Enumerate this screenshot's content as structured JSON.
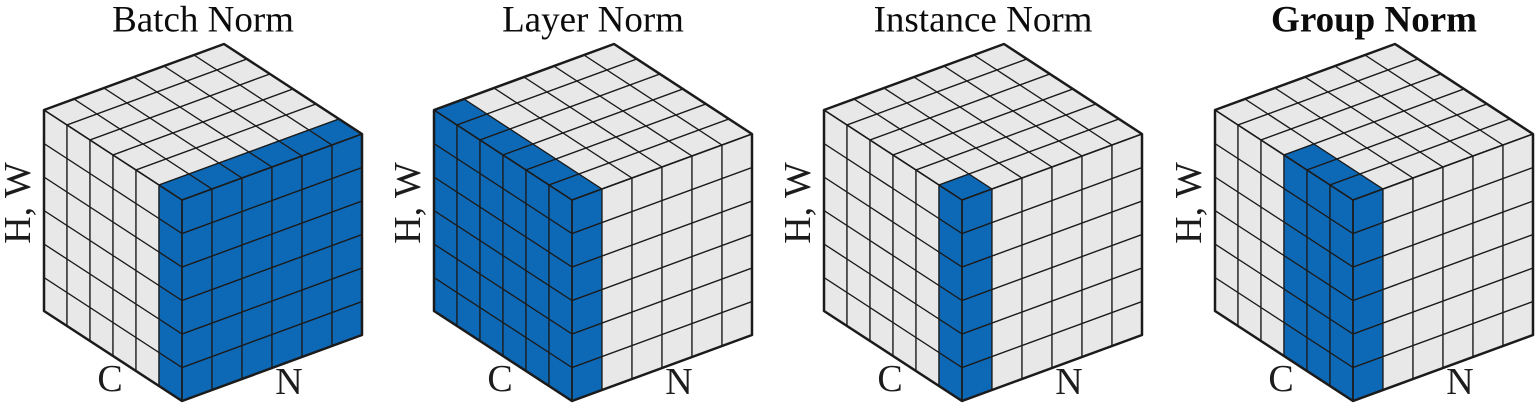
{
  "colors": {
    "highlight_blue": "#0d68b5",
    "cube_gray": "#e8e8e8",
    "line": "#1b1b1b",
    "background": "#ffffff"
  },
  "panels": [
    {
      "title": "Batch Norm",
      "title_bold": false,
      "axis_labels": {
        "vertical": "H, W",
        "bottom_left": "C",
        "bottom_right": "N"
      },
      "dims": {
        "C": 6,
        "N": 6,
        "HW": 6
      },
      "blue": {
        "left_face_cols": [
          6
        ],
        "right_face_cols": [
          1,
          2,
          3,
          4,
          5,
          6
        ],
        "top_face_cells": [
          [
            6,
            1
          ],
          [
            6,
            2
          ],
          [
            6,
            3
          ],
          [
            6,
            4
          ],
          [
            6,
            5
          ],
          [
            6,
            6
          ]
        ]
      }
    },
    {
      "title": "Layer Norm",
      "title_bold": false,
      "axis_labels": {
        "vertical": "H, W",
        "bottom_left": "C",
        "bottom_right": "N"
      },
      "dims": {
        "C": 6,
        "N": 6,
        "HW": 6
      },
      "blue": {
        "left_face_cols": [
          1,
          2,
          3,
          4,
          5,
          6
        ],
        "right_face_cols": [
          1
        ],
        "top_face_cells": [
          [
            1,
            1
          ],
          [
            2,
            1
          ],
          [
            3,
            1
          ],
          [
            4,
            1
          ],
          [
            5,
            1
          ],
          [
            6,
            1
          ]
        ]
      }
    },
    {
      "title": "Instance Norm",
      "title_bold": false,
      "axis_labels": {
        "vertical": "H, W",
        "bottom_left": "C",
        "bottom_right": "N"
      },
      "dims": {
        "C": 6,
        "N": 6,
        "HW": 6
      },
      "blue": {
        "left_face_cols": [
          6
        ],
        "right_face_cols": [
          1
        ],
        "top_face_cells": [
          [
            6,
            1
          ]
        ]
      }
    },
    {
      "title": "Group Norm",
      "title_bold": true,
      "axis_labels": {
        "vertical": "H, W",
        "bottom_left": "C",
        "bottom_right": "N"
      },
      "dims": {
        "C": 6,
        "N": 6,
        "HW": 6
      },
      "blue": {
        "left_face_cols": [
          4,
          5,
          6
        ],
        "right_face_cols": [
          1
        ],
        "top_face_cells": [
          [
            4,
            1
          ],
          [
            5,
            1
          ],
          [
            6,
            1
          ]
        ]
      }
    }
  ]
}
